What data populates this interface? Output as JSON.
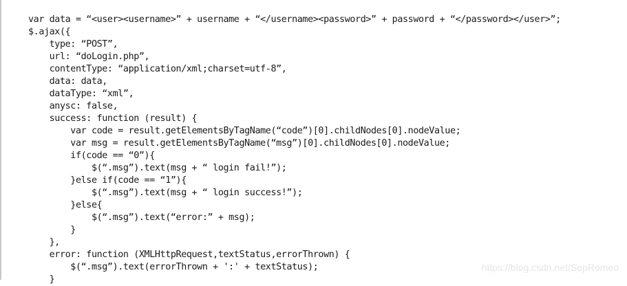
{
  "code_block": {
    "language": "javascript",
    "lines": [
      "var data = “<user><username>” + username + “</username><password>” + password + “</password></user>”;",
      "$.ajax({",
      "    type: “POST”,",
      "    url: “doLogin.php”,",
      "    contentType: “application/xml;charset=utf-8”,",
      "    data: data,",
      "    dataType: “xml”,",
      "    anysc: false,",
      "    success: function (result) {",
      "        var code = result.getElementsByTagName(“code”)[0].childNodes[0].nodeValue;",
      "        var msg = result.getElementsByTagName(“msg”)[0].childNodes[0].nodeValue;",
      "        if(code == “0”){",
      "            $(“.msg”).text(msg + “ login fail!”);",
      "        }else if(code == “1”){",
      "            $(“.msg”).text(msg + “ login success!”);",
      "        }else{",
      "            $(“.msg”).text(“error:” + msg);",
      "        }",
      "    },",
      "    error: function (XMLHttpRequest,textStatus,errorThrown) {",
      "        $(“.msg”).text(errorThrown + ':' + textStatus);",
      "    }"
    ]
  },
  "watermark": {
    "text": "https://blog.csdn.net/SopRomeo"
  }
}
